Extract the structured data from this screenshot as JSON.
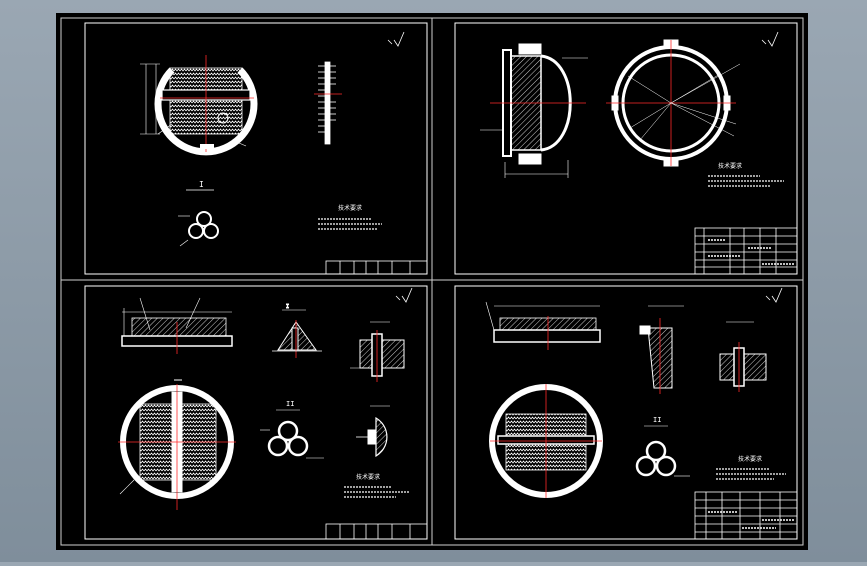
{
  "viewer": {
    "background": "#8a98a5",
    "sheet_color": "#000000",
    "line_color": "#ffffff",
    "center_line_color": "#ff2a2a",
    "frame_line_color": "#c0c0c0"
  },
  "sheets": [
    {
      "id": "top-left",
      "view_label": "I",
      "notes_title": "技术要求"
    },
    {
      "id": "top-right",
      "notes_title": "技术要求"
    },
    {
      "id": "bottom-left",
      "view_label_a": "I",
      "view_label_b": "II",
      "notes_title": "技术要求"
    },
    {
      "id": "bottom-right",
      "view_label": "II",
      "notes_title": "技术要求"
    }
  ]
}
